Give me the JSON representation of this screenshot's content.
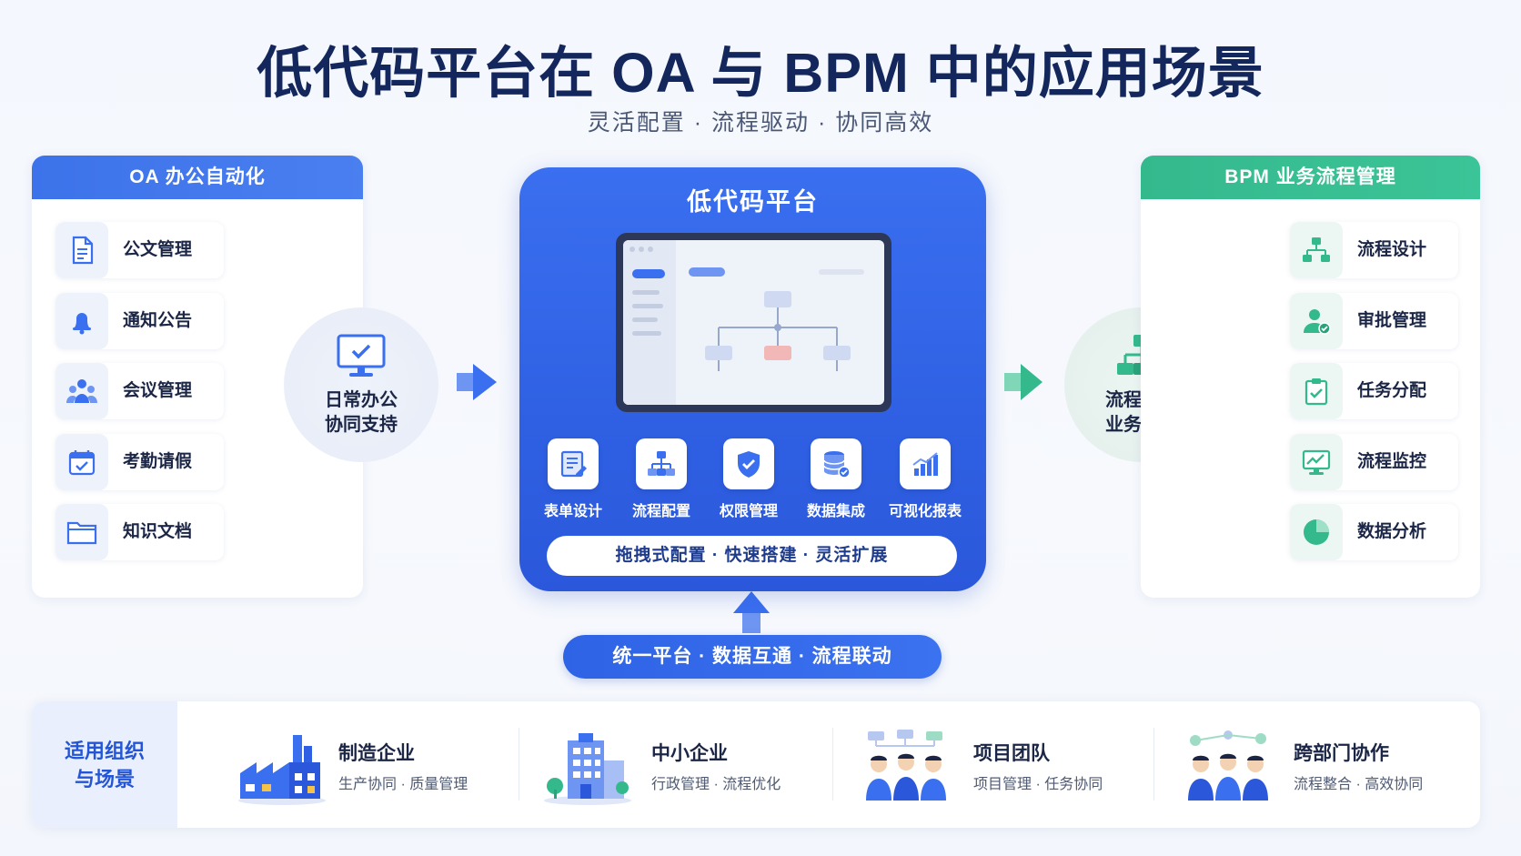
{
  "title": "低代码平台在 OA 与 BPM 中的应用场景",
  "subtitle": "灵活配置 · 流程驱动 · 协同高效",
  "oa": {
    "header": "OA 办公自动化",
    "items": [
      {
        "label": "公文管理",
        "icon": "document-icon"
      },
      {
        "label": "通知公告",
        "icon": "bell-icon"
      },
      {
        "label": "会议管理",
        "icon": "meeting-people-icon"
      },
      {
        "label": "考勤请假",
        "icon": "calendar-check-icon"
      },
      {
        "label": "知识文档",
        "icon": "folder-icon"
      }
    ],
    "hub_line1": "日常办公",
    "hub_line2": "协同支持"
  },
  "platform": {
    "title": "低代码平台",
    "features": [
      {
        "label": "表单设计",
        "icon": "form-design-icon"
      },
      {
        "label": "流程配置",
        "icon": "flow-config-icon"
      },
      {
        "label": "权限管理",
        "icon": "shield-check-icon"
      },
      {
        "label": "数据集成",
        "icon": "database-icon"
      },
      {
        "label": "可视化报表",
        "icon": "bar-chart-icon"
      }
    ],
    "tagline": "拖拽式配置 · 快速搭建 · 灵活扩展"
  },
  "unified": "统一平台 · 数据互通 · 流程联动",
  "bpm": {
    "header": "BPM 业务流程管理",
    "items": [
      {
        "label": "流程设计",
        "icon": "flowchart-icon"
      },
      {
        "label": "审批管理",
        "icon": "user-approve-icon"
      },
      {
        "label": "任务分配",
        "icon": "clipboard-check-icon"
      },
      {
        "label": "流程监控",
        "icon": "monitor-chart-icon"
      },
      {
        "label": "数据分析",
        "icon": "pie-chart-icon"
      }
    ],
    "hub_line1": "流程驱动",
    "hub_line2": "业务闭环"
  },
  "bottom": {
    "label_line1": "适用组织",
    "label_line2": "与场景",
    "scenes": [
      {
        "title": "制造企业",
        "subtitle": "生产协同 · 质量管理",
        "icon": "factory-icon"
      },
      {
        "title": "中小企业",
        "subtitle": "行政管理 · 流程优化",
        "icon": "office-building-icon"
      },
      {
        "title": "项目团队",
        "subtitle": "项目管理 · 任务协同",
        "icon": "team-icon"
      },
      {
        "title": "跨部门协作",
        "subtitle": "流程整合 · 高效协同",
        "icon": "collaboration-icon"
      }
    ]
  },
  "colors": {
    "primary_blue": "#3a6ff0",
    "green": "#34b98d",
    "title_navy": "#13275c"
  }
}
